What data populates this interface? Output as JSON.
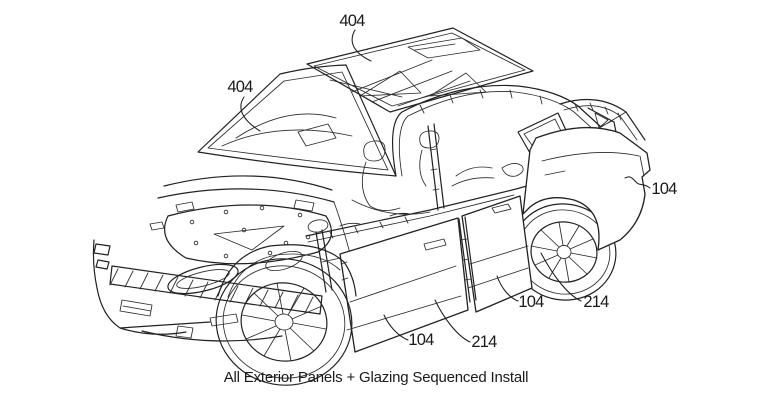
{
  "figure": {
    "caption": "All Exterior Panels + Glazing Sequenced Install",
    "labels": {
      "roof_glass": "404",
      "windshield": "404",
      "quarter_panel": "104",
      "rear_door_panel": "104",
      "front_door_panel": "104",
      "rear_door_mount": "214",
      "front_door_mount": "214"
    },
    "colors": {
      "line": "#222222",
      "background": "#ffffff",
      "text": "#1a1a1a"
    }
  }
}
